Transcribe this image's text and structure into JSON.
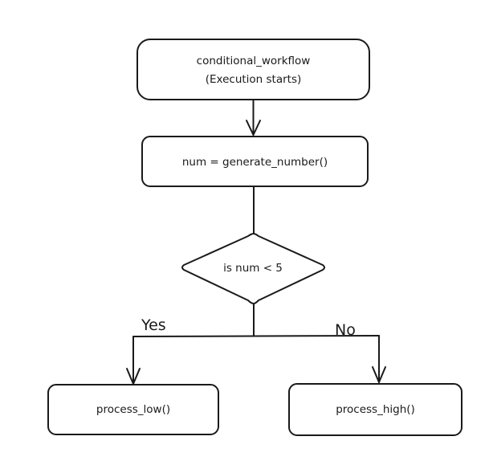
{
  "diagram": {
    "start": {
      "line1": "conditional_workflow",
      "line2": "(Execution starts)"
    },
    "assign": {
      "label": "num = generate_number()"
    },
    "decision": {
      "label": "is num < 5"
    },
    "low": {
      "label": "process_low()"
    },
    "high": {
      "label": "process_high()"
    },
    "branches": {
      "yes": "Yes",
      "no": "No"
    }
  }
}
